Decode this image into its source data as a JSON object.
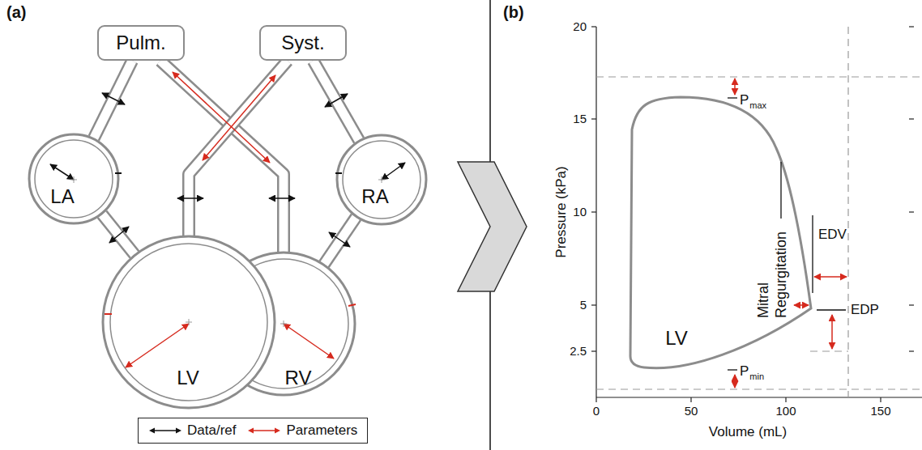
{
  "diagram": {
    "nodes": [
      {
        "text": [
          "Pulm."
        ]
      },
      {
        "text": [
          "Syst."
        ]
      },
      {
        "text": [
          "LA"
        ]
      },
      {
        "text": [
          "RA"
        ]
      },
      {
        "text": [
          "LV"
        ]
      },
      {
        "text": [
          "RV"
        ]
      }
    ],
    "edges": [
      {
        "from": 0,
        "to": 2,
        "arrow": "none"
      },
      {
        "from": 2,
        "to": 4,
        "arrow": "none"
      },
      {
        "from": 4,
        "to": 1,
        "arrow": "none"
      },
      {
        "from": 5,
        "to": 0,
        "arrow": "none"
      },
      {
        "from": 1,
        "to": 3,
        "arrow": "none"
      },
      {
        "from": 3,
        "to": 5,
        "arrow": "none"
      }
    ],
    "labels": [
      "(a)",
      "(b)",
      "20",
      "15",
      "10",
      "5",
      "2.5",
      "0",
      "50",
      "100",
      "150",
      "Pressure (kPa)",
      "Volume (mL)",
      "LV",
      "P",
      "max",
      "P",
      "min",
      "Mitral Regurgitation",
      "EDV",
      "EDP"
    ],
    "legend": [
      {
        "text": "Data/ref"
      },
      {
        "text": "Parameters"
      }
    ]
  }
}
